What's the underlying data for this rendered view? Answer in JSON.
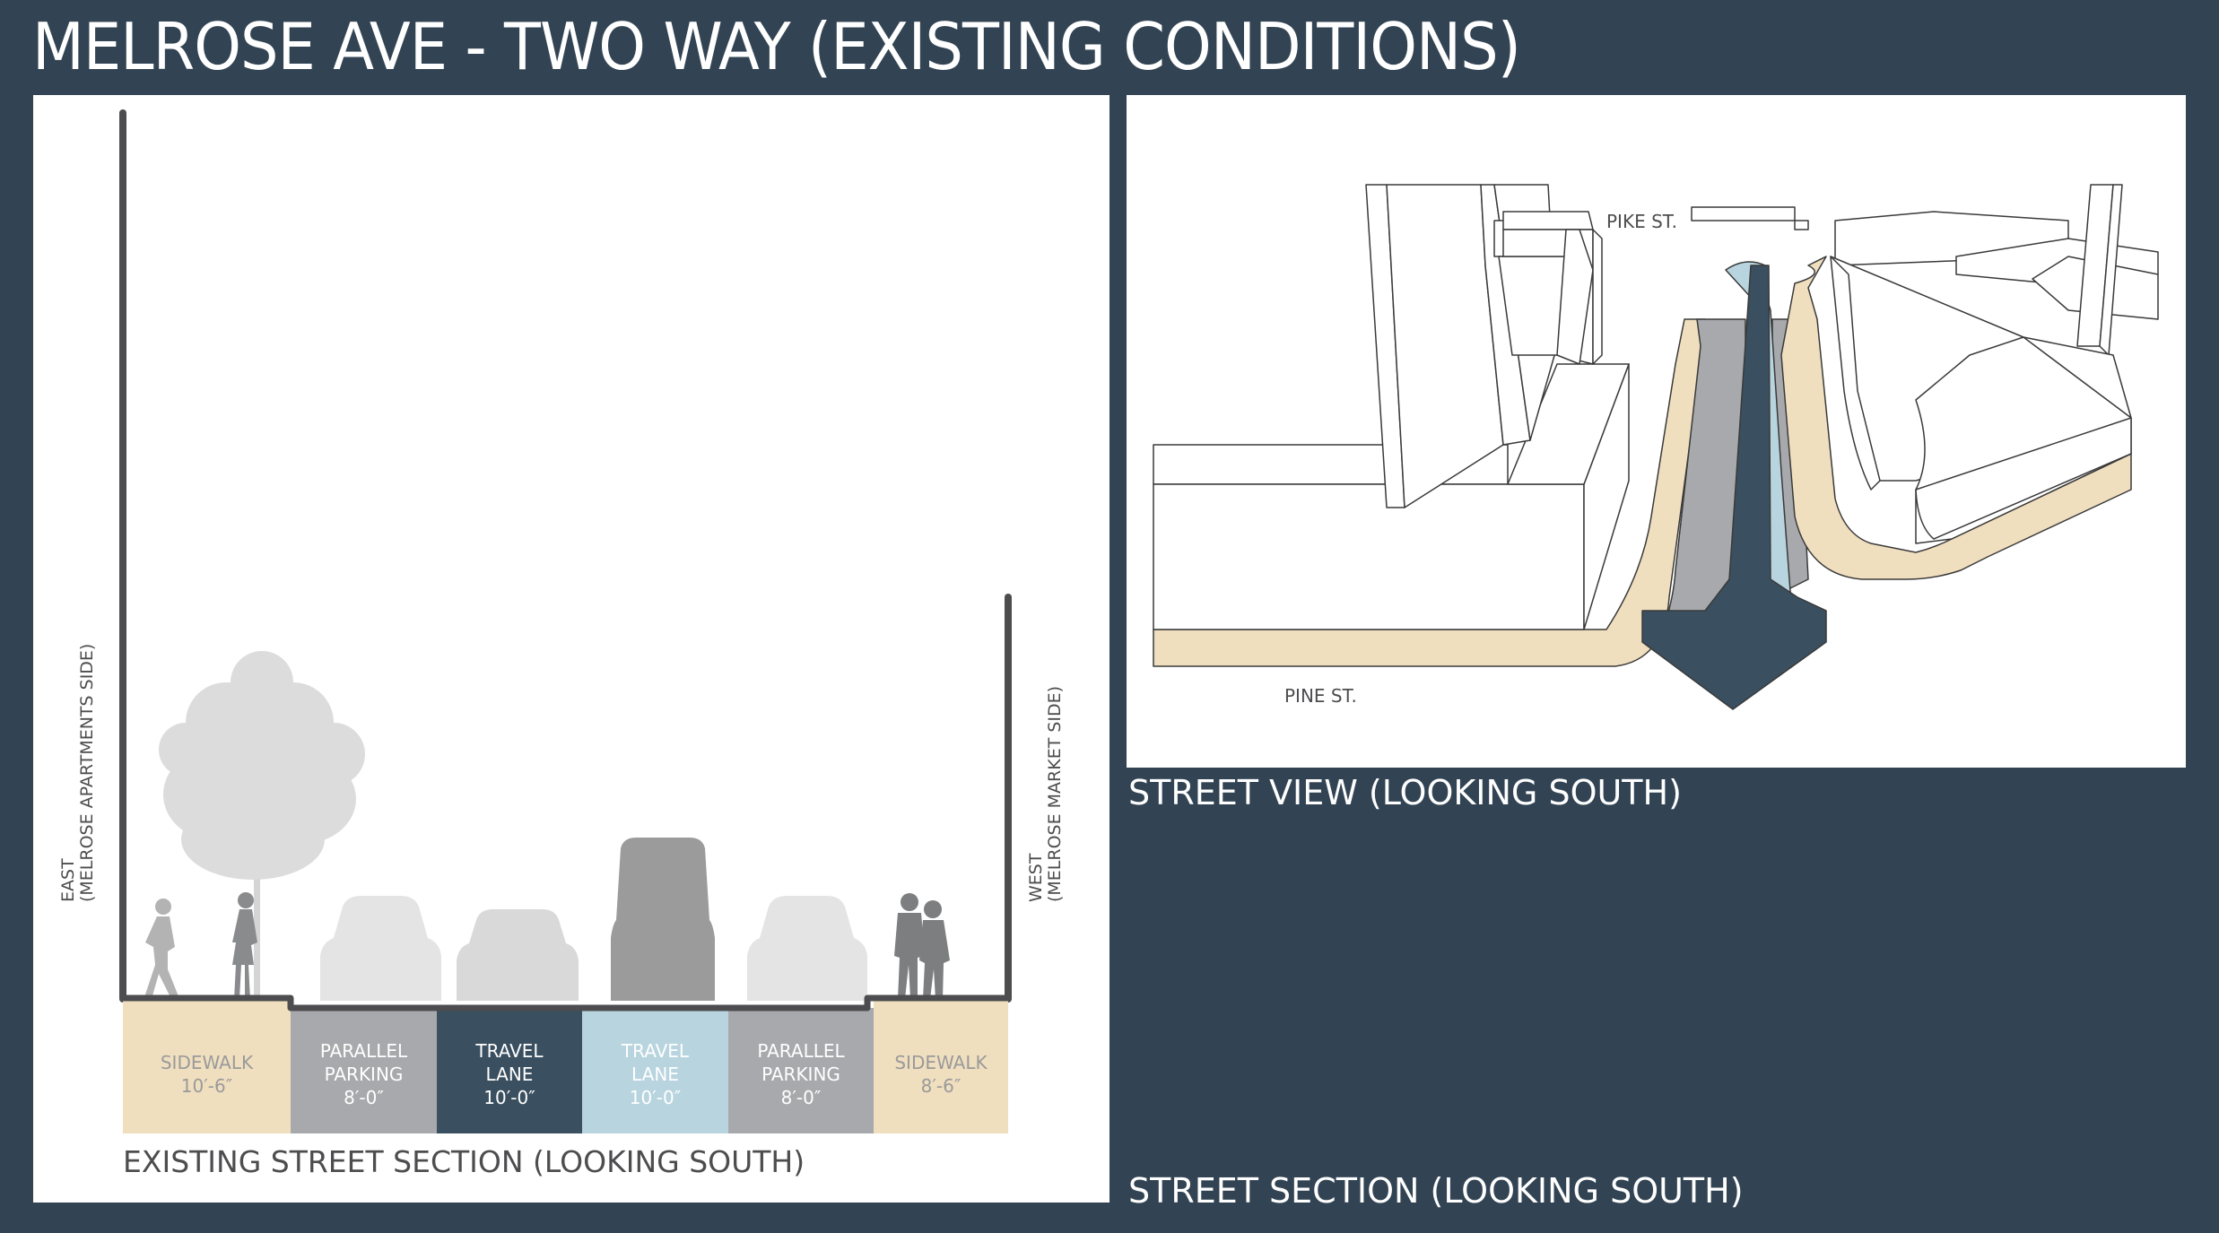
{
  "page": {
    "title": "MELROSE AVE - TWO WAY (EXISTING CONDITIONS)",
    "colors": {
      "background": "#324454",
      "sidewalk": "#f0dfbf",
      "parking": "#a7a9ac",
      "travel_lane_dark": "#3a4f5f",
      "travel_lane_light": "#b8d4df"
    }
  },
  "section": {
    "east_label_1": "EAST",
    "east_label_2": "(MELROSE APARTMENTS SIDE)",
    "west_label_1": "WEST",
    "west_label_2": "(MELROSE MARKET SIDE)",
    "caption": "EXISTING STREET SECTION (LOOKING SOUTH)",
    "lanes": [
      {
        "name_1": "SIDEWALK",
        "name_2": "",
        "width": "10′-6″"
      },
      {
        "name_1": "PARALLEL",
        "name_2": "PARKING",
        "width": "8′-0″"
      },
      {
        "name_1": "TRAVEL",
        "name_2": "LANE",
        "width": "10′-0″"
      },
      {
        "name_1": "TRAVEL",
        "name_2": "LANE",
        "width": "10′-0″"
      },
      {
        "name_1": "PARALLEL",
        "name_2": "PARKING",
        "width": "8′-0″"
      },
      {
        "name_1": "SIDEWALK",
        "name_2": "",
        "width": "8′-6″"
      }
    ]
  },
  "street_view": {
    "pike_label": "PIKE ST.",
    "pine_label": "PINE ST.",
    "caption": "STREET VIEW (LOOKING SOUTH)"
  },
  "street_section_caption": "STREET SECTION (LOOKING SOUTH)"
}
